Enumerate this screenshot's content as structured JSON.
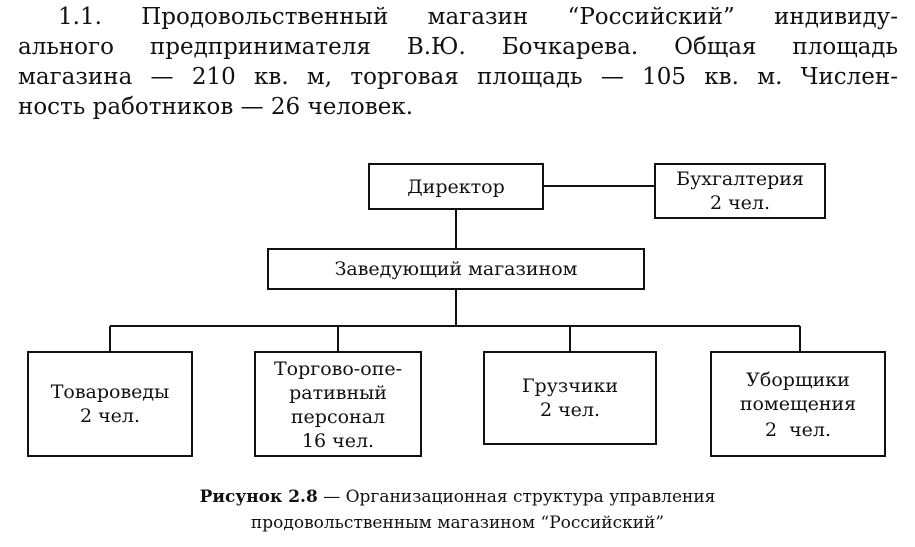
{
  "paragraph": {
    "line1": "1.1. Продовольственный магазин “Российский” индивиду-",
    "line2": "ального предпринимателя В.Ю. Бочкарева. Общая площадь",
    "line3": "магазина — 210 кв. м, торговая площадь — 105 кв. м. Числен-",
    "line4": "ность работников — 26 человек."
  },
  "org_chart": {
    "director": "Директор",
    "accounting": [
      "Бухгалтерия",
      "2 чел."
    ],
    "store_manager": "Заведующий магазином",
    "merchandisers": [
      "Товароведы",
      "2 чел."
    ],
    "sales_staff": [
      "Торгово-опе-",
      "ративный",
      "персонал",
      "16 чел."
    ],
    "loaders": [
      "Грузчики",
      "2 чел."
    ],
    "cleaners": [
      "Уборщики",
      "помещения",
      "2  чел."
    ]
  },
  "caption": {
    "label": "Рисунок 2.8",
    "line1_rest": " — Организационная структура управления",
    "line2": "продовольственным магазином “Российский”"
  }
}
